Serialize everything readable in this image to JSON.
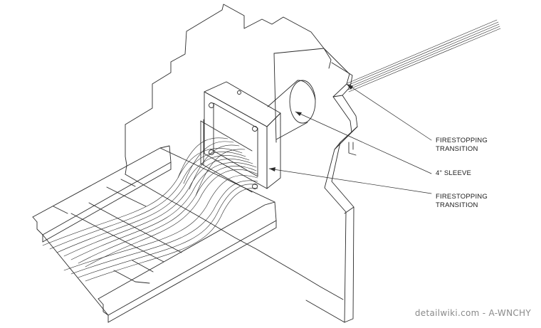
{
  "callouts": {
    "firestopping_top": {
      "line1": "FIRESTOPPING",
      "line2": "TRANSITION"
    },
    "sleeve": {
      "label": "4\" SLEEVE"
    },
    "firestopping_bottom": {
      "line1": "FIRESTOPPING",
      "line2": "TRANSITION"
    }
  },
  "watermark": {
    "text": "detailwiki.com - A-WNCHY"
  },
  "colors": {
    "line": "#2a2a2a",
    "background": "#ffffff",
    "watermark": "#8a8a8a"
  }
}
